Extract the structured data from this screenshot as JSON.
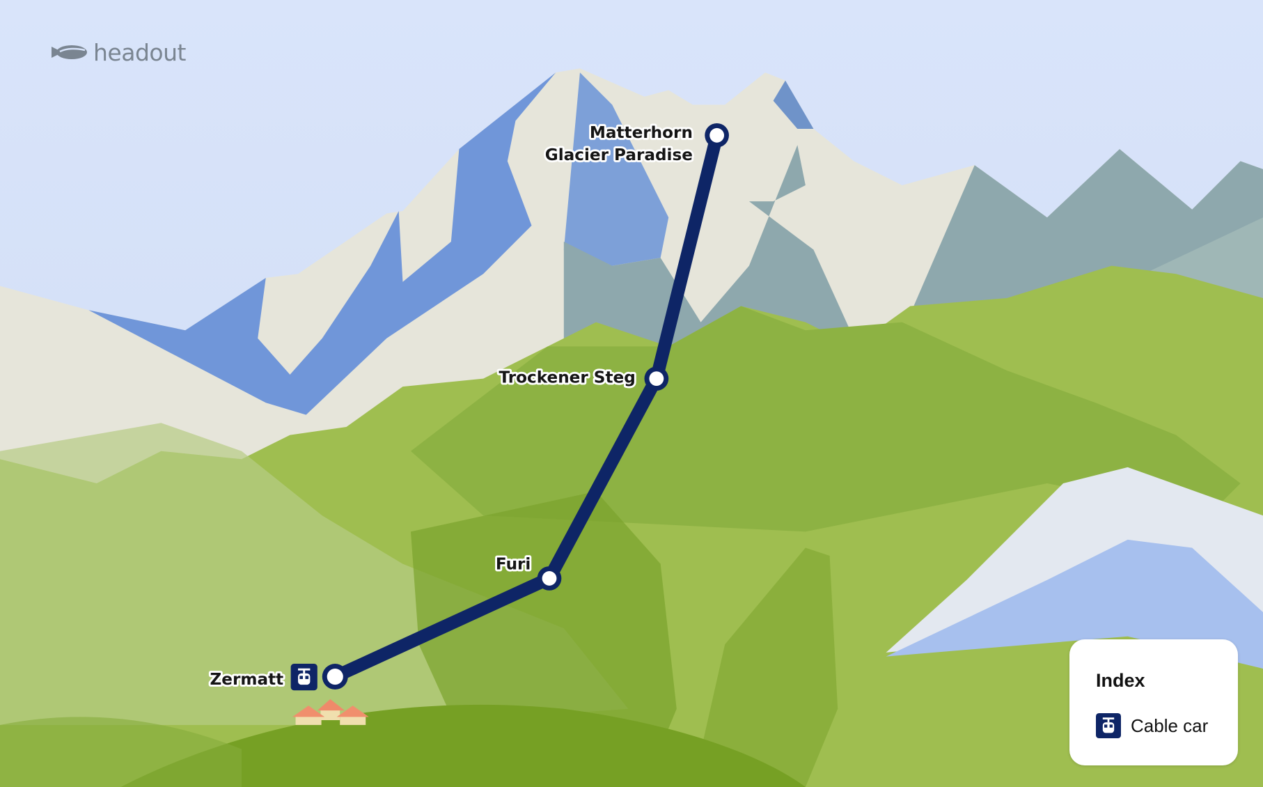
{
  "brand": {
    "logo_text": "headout",
    "logo_icon": "blimp-icon"
  },
  "route": {
    "line_color": "#0e2566",
    "stations": [
      {
        "name_line1": "Matterhorn",
        "name_line2": "Glacier Paradise"
      },
      {
        "name_line1": "Trockener Steg"
      },
      {
        "name_line1": "Furi"
      },
      {
        "name_line1": "Zermatt",
        "icon": "cable-car-icon"
      }
    ]
  },
  "legend": {
    "title": "Index",
    "items": [
      {
        "label": "Cable car",
        "icon": "cable-car-icon"
      }
    ]
  },
  "colors": {
    "sky": "#d6e2f8",
    "snow": "#e6e7e3",
    "rock_blue": "#7096d9",
    "grass": "#9fbe50",
    "grass_dark": "#7aa22c"
  }
}
